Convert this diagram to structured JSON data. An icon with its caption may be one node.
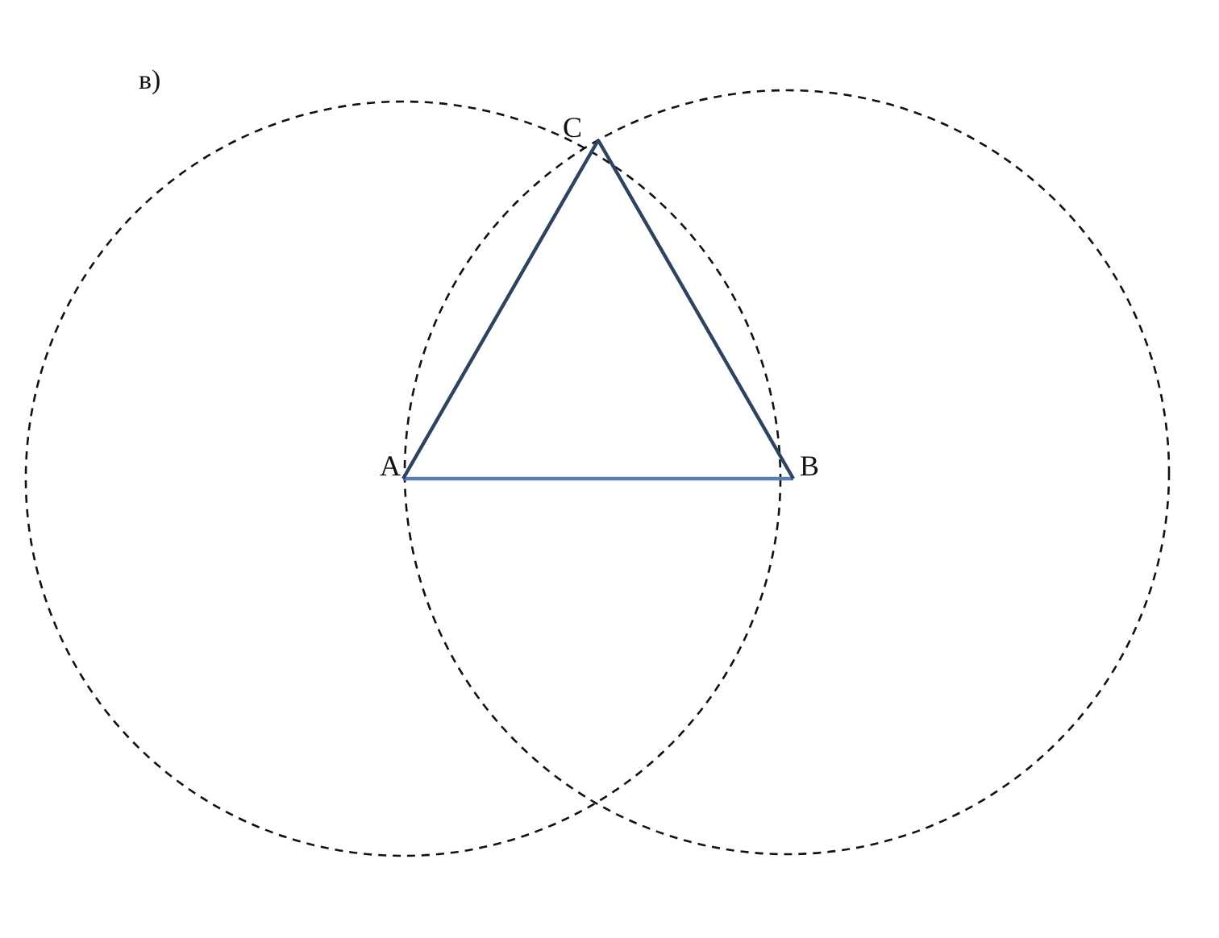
{
  "diagram": {
    "nodes": [
      {
        "text": [
          "A"
        ]
      },
      {
        "text": [
          "B"
        ]
      },
      {
        "text": [
          "C"
        ]
      }
    ],
    "edges": [
      {
        "from": 0,
        "to": 1,
        "arrow": "none",
        "color": "#5a7db3"
      },
      {
        "from": 0,
        "to": 2,
        "arrow": "none"
      },
      {
        "from": 1,
        "to": 2,
        "arrow": "none"
      }
    ],
    "labels": [
      "в)"
    ]
  }
}
